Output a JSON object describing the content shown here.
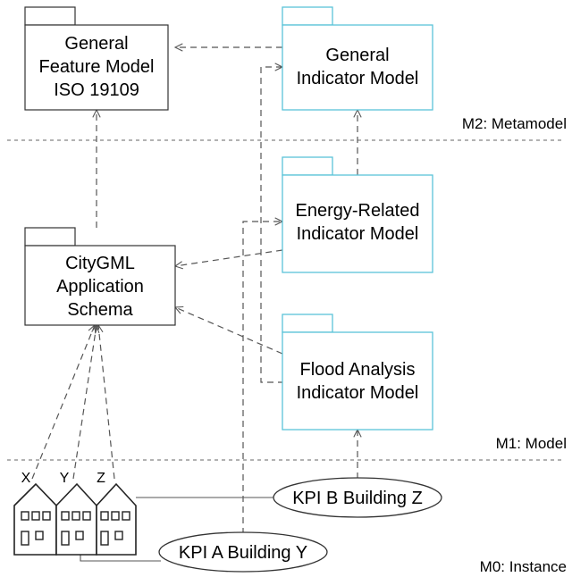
{
  "packages": {
    "gfm": {
      "lines": [
        "General",
        "Feature Model",
        "ISO 19109"
      ]
    },
    "gim": {
      "lines": [
        "General",
        "Indicator Model"
      ]
    },
    "erim": {
      "lines": [
        "Energy-Related",
        "Indicator Model"
      ]
    },
    "cityGml": {
      "lines": [
        "CityGML",
        "Application",
        "Schema"
      ]
    },
    "faim": {
      "lines": [
        "Flood Analysis",
        "Indicator Model"
      ]
    }
  },
  "levels": {
    "m2": "M2: Metamodel",
    "m1": "M1: Model",
    "m0": "M0: Instance"
  },
  "buildings": [
    "X",
    "Y",
    "Z"
  ],
  "kpis": {
    "a": "KPI A Building Y",
    "b": "KPI B Building Z"
  },
  "colors": {
    "metaBorder": "#333333",
    "indicatorBorder": "#5bc4d8",
    "connector": "#555555"
  }
}
